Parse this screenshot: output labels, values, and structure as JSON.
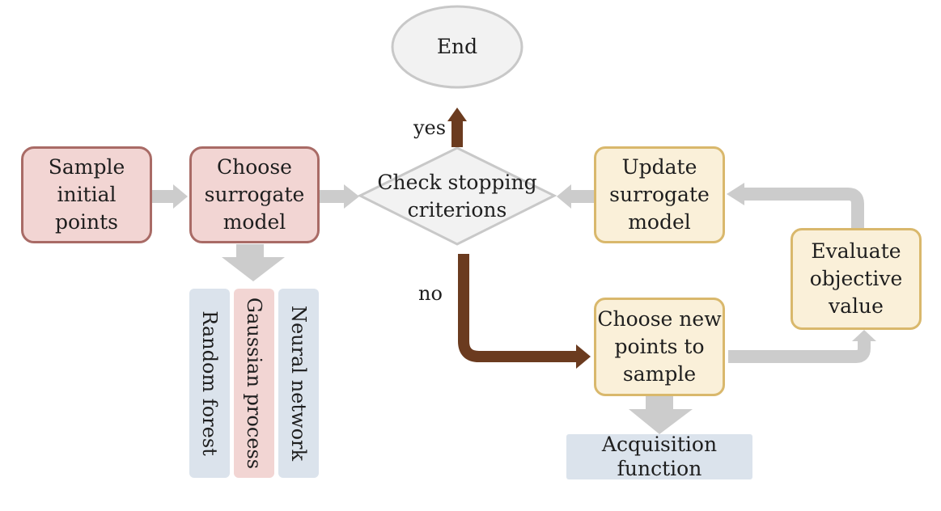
{
  "nodes": {
    "end": "End",
    "sample_initial": "Sample\ninitial\npoints",
    "choose_surrogate": "Choose\nsurrogate\nmodel",
    "check_stopping": "Check stopping\ncriterions",
    "update_surrogate": "Update\nsurrogate\nmodel",
    "evaluate_objective": "Evaluate\nobjective\nvalue",
    "choose_new_points": "Choose new\npoints to\nsample",
    "acquisition_function": "Acquisition\nfunction"
  },
  "models": [
    "Random forest",
    "Gaussian process",
    "Neural network"
  ],
  "edge_labels": {
    "yes": "yes",
    "no": "no"
  },
  "colors": {
    "red_fill": "#f2d5d3",
    "red_border": "#a96b66",
    "yellow_fill": "#faf0d9",
    "yellow_border": "#d9b86c",
    "blue_fill": "#dbe3ec",
    "gray_arrow": "#cccccc",
    "brown_arrow": "#6b3b1f"
  }
}
